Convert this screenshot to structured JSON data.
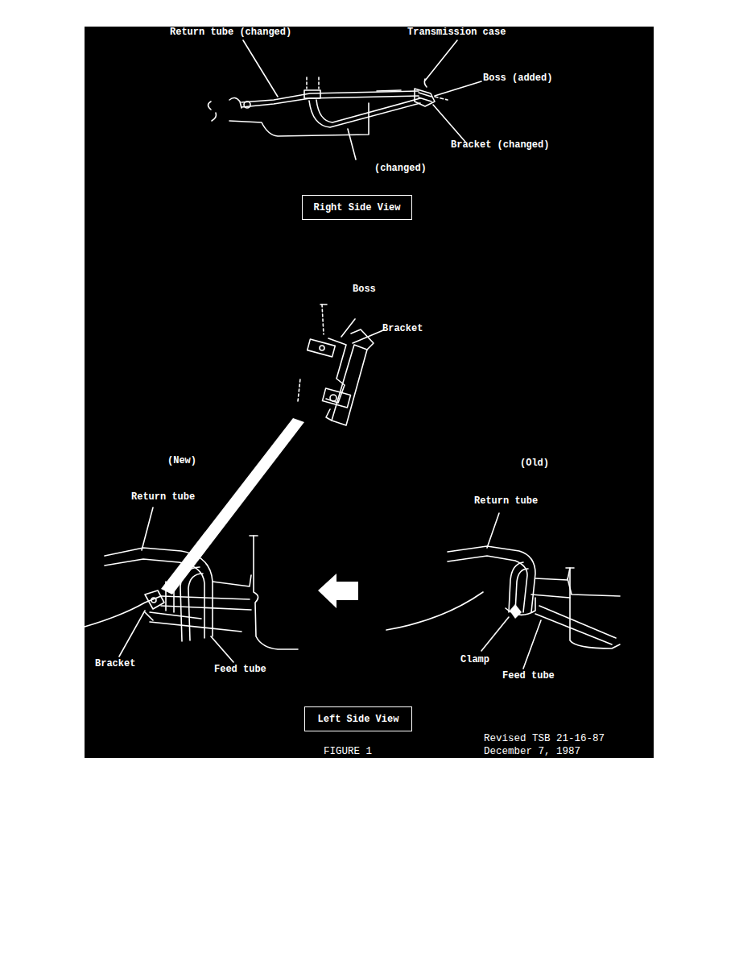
{
  "diagram": {
    "caption": "FIGURE 1",
    "nodes": [
      {
        "text": [
          "Right Side View"
        ]
      },
      {
        "text": [
          "Left Side View"
        ]
      }
    ],
    "labels": [
      "Return tube (changed)",
      "Transmission case",
      "Boss (added)",
      "Bracket (changed)",
      "(changed)",
      "Boss",
      "Bracket",
      "(New)",
      "(Old)",
      "Return tube",
      "Return tube",
      "Bracket",
      "Feed tube",
      "Clamp",
      "Feed tube",
      "Revised TSB 21-16-87",
      "December 7, 1987"
    ]
  }
}
